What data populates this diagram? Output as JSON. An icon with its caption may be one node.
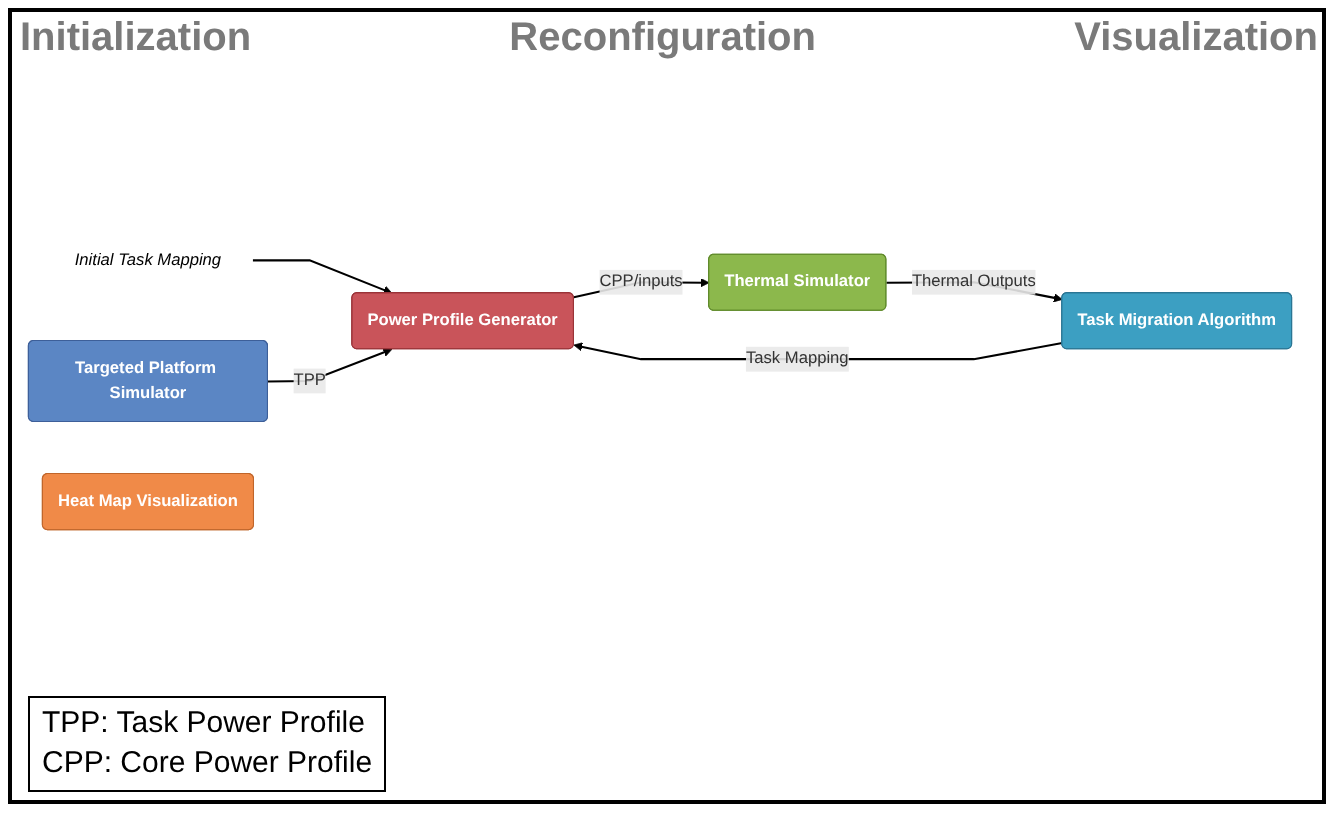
{
  "diagram": {
    "nodes": [
      {
        "text": [
          "Initial Task Mapping"
        ]
      },
      {
        "text": [
          "Targeted Platform Simulator"
        ]
      },
      {
        "text": [
          "Power Profile Generator"
        ]
      },
      {
        "text": [
          "Thermal Simulator"
        ]
      },
      {
        "text": [
          "Task Migration Algorithm"
        ]
      },
      {
        "text": [
          "Heat Map Visualization"
        ]
      }
    ],
    "edges": [
      {
        "from": 0,
        "to": 2,
        "arrow": "to"
      },
      {
        "from": 1,
        "to": 2,
        "label": "TPP",
        "arrow": "to"
      },
      {
        "from": 2,
        "to": 3,
        "label": "CPP/inputs",
        "arrow": "to"
      },
      {
        "from": 3,
        "to": 4,
        "label": "Thermal Outputs",
        "arrow": "to"
      },
      {
        "from": 4,
        "to": 2,
        "label": "Task Mapping",
        "arrow": "to"
      }
    ],
    "labels": [
      "Initialization",
      "Reconfiguration",
      "Visualization",
      "TPP: Task Power Profile",
      "CPP: Core Power Profile"
    ]
  }
}
